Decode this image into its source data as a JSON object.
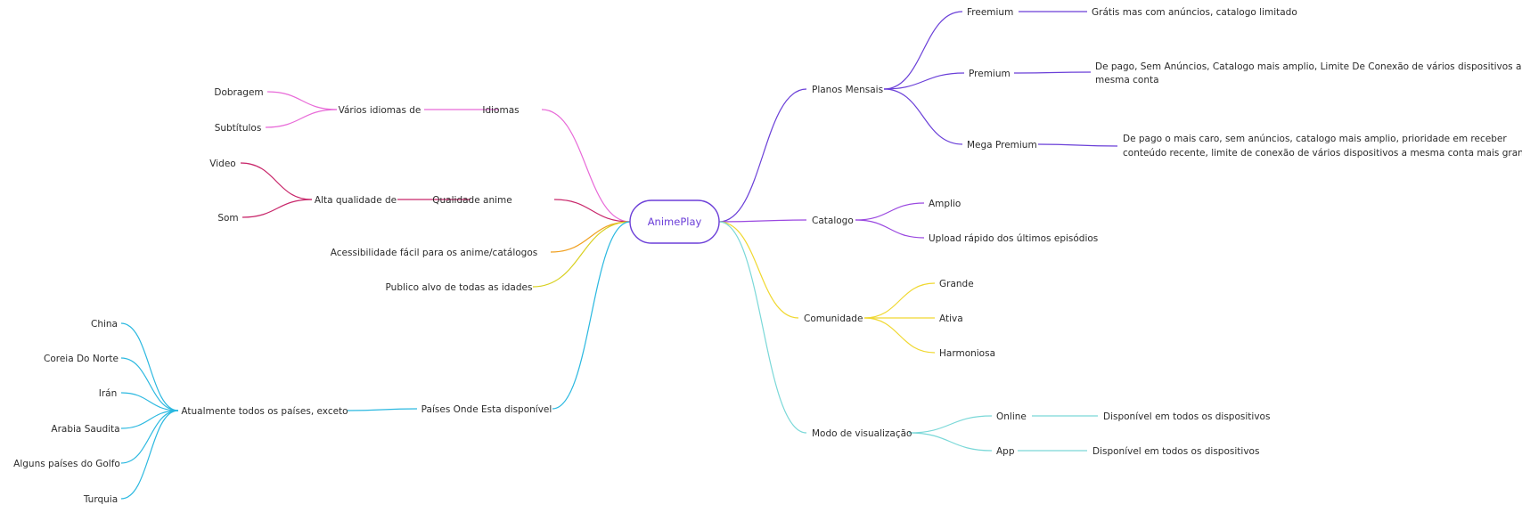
{
  "central": {
    "label": "AnimePlay",
    "color": "#6c3fd8"
  },
  "colors": {
    "idiomas": "#e86ad8",
    "qualidade": "#c8266a",
    "acessibilidade": "#f0a020",
    "publico": "#d8d020",
    "paises": "#2ab8e0",
    "planos": "#6a3fd8",
    "catalogo": "#9a48e0",
    "comunidade": "#f0d830",
    "modo": "#7ad8d8"
  },
  "nodes": {
    "idiomas": "Idiomas",
    "varios_idiomas": "Vários idiomas de",
    "dobragem": "Dobragem",
    "subtitulos": "Subtítulos",
    "qualidade": "Qualidade anime",
    "alta_qualidade": "Alta qualidade de",
    "video": "Video",
    "som": "Som",
    "acessibilidade": "Acessibilidade fácil para os anime/catálogos",
    "publico": "Publico alvo de todas as idades",
    "paises": "Países Onde Esta disponível",
    "atualmente": "Atualmente todos os países, exceto",
    "china": "China",
    "coreia": "Coreia Do Norte",
    "iran": "Irán",
    "arabia": "Arabia Saudita",
    "golfo": "Alguns países do Golfo",
    "turquia": "Turquia",
    "planos": "Planos Mensais",
    "freemium": "Freemium",
    "freemium_desc": "Grátis mas com anúncios, catalogo limitado",
    "premium": "Premium",
    "premium_desc_1": "De pago, Sem Anúncios, Catalogo mais amplio, Limite De Conexão de vários dispositivos a",
    "premium_desc_2": "mesma conta",
    "mega": "Mega Premium",
    "mega_desc_1": "De pago o mais caro, sem anúncios, catalogo mais amplio, prioridade em receber",
    "mega_desc_2": "conteúdo recente, limite de conexão de vários dispositivos a mesma conta mais grande.",
    "catalogo": "Catalogo",
    "amplio": "Amplio",
    "upload": "Upload rápido dos últimos episódios",
    "comunidade": "Comunidade",
    "grande": "Grande",
    "ativa": "Ativa",
    "harmoniosa": "Harmoniosa",
    "modo": "Modo de visualização",
    "online": "Online",
    "online_desc": "Disponível em todos os dispositivos",
    "app": "App",
    "app_desc": "Disponível em todos os dispositivos"
  }
}
